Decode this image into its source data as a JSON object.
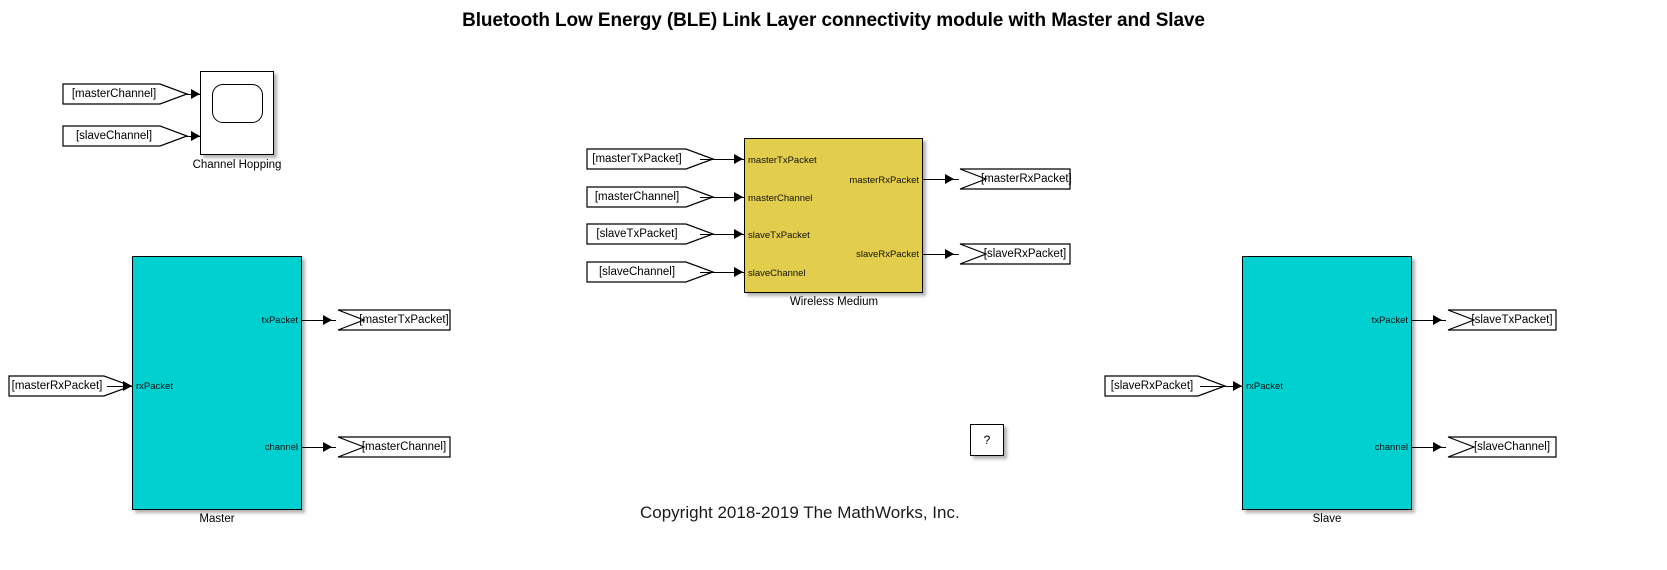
{
  "title": "Bluetooth Low Energy (BLE) Link Layer connectivity module with Master and Slave",
  "copyright": "Copyright 2018-2019 The MathWorks, Inc.",
  "colors": {
    "cyan_block": "#00D0D0",
    "yellow_block": "#E3CD4C",
    "white_block": "#FFFFFF",
    "line": "#000000"
  },
  "blocks": {
    "channel_hopping": {
      "label": "Channel Hopping",
      "inputs": [
        "",
        ""
      ]
    },
    "master": {
      "label": "Master",
      "inputs": [
        "rxPacket"
      ],
      "outputs": [
        "txPacket",
        "channel"
      ]
    },
    "wireless_medium": {
      "label": "Wireless Medium",
      "inputs": [
        "masterTxPacket",
        "masterChannel",
        "slaveTxPacket",
        "slaveChannel"
      ],
      "outputs": [
        "masterRxPacket",
        "slaveRxPacket"
      ]
    },
    "slave": {
      "label": "Slave",
      "inputs": [
        "rxPacket"
      ],
      "outputs": [
        "txPacket",
        "channel"
      ]
    },
    "info": {
      "label": "?"
    }
  },
  "from_tags": {
    "ch_master_channel": "[masterChannel]",
    "ch_slave_channel": "[slaveChannel]",
    "master_rx": "[masterRxPacket]",
    "wm_master_tx": "[masterTxPacket]",
    "wm_master_channel": "[masterChannel]",
    "wm_slave_tx": "[slaveTxPacket]",
    "wm_slave_channel": "[slaveChannel]",
    "slave_rx": "[slaveRxPacket]"
  },
  "goto_tags": {
    "master_tx": "[masterTxPacket]",
    "master_channel": "[masterChannel]",
    "wm_master_rx": "[masterRxPacket]",
    "wm_slave_rx": "[slaveRxPacket]",
    "slave_tx": "[slaveTxPacket]",
    "slave_channel": "[slaveChannel]"
  }
}
